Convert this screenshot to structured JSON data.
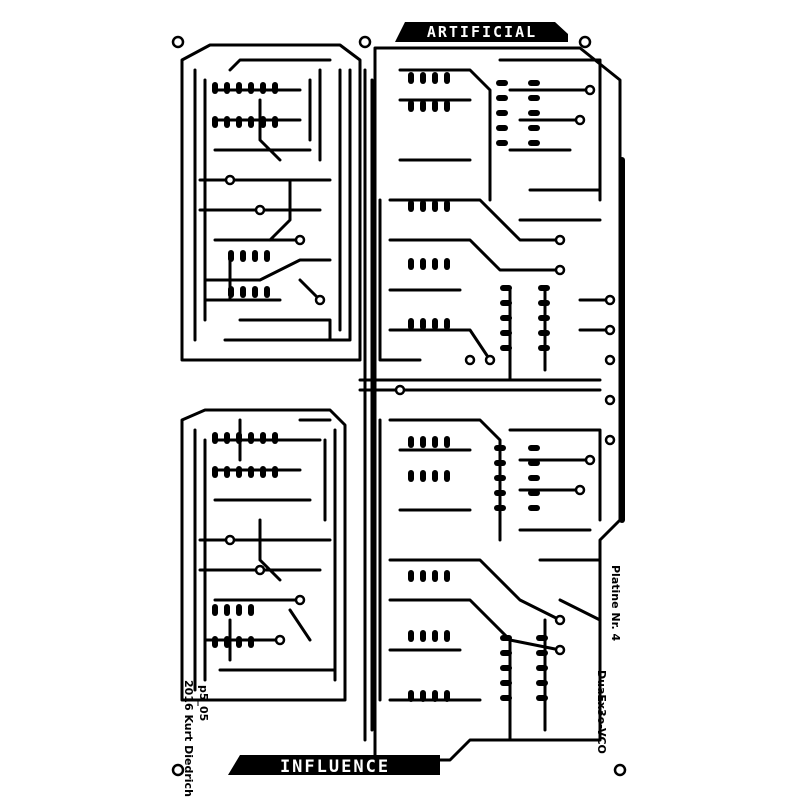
{
  "board": {
    "title_top": "ARTIFICIAL",
    "title_bottom": "INFLUENCE",
    "side_label": "Platine Nr. 4",
    "author_line1": "2016 Kurt Diedrich",
    "author_line2": "p5_05",
    "code_label": "DuaEx3o-VCO",
    "background_color": "#ffffff",
    "trace_color": "#000000"
  }
}
